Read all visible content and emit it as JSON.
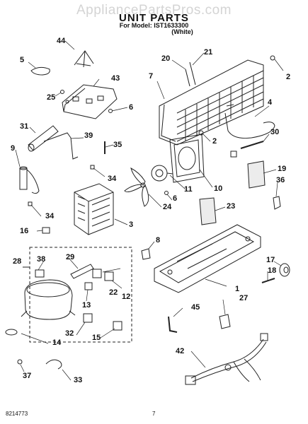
{
  "watermark": "AppliancePartsPros.com",
  "header": {
    "title": "UNIT PARTS",
    "model_line": "For Model: IST1633300",
    "variant": "(White)"
  },
  "callouts": [
    "44",
    "5",
    "43",
    "25",
    "6",
    "31",
    "39",
    "35",
    "9",
    "34",
    "34",
    "16",
    "21",
    "20",
    "7",
    "2",
    "4",
    "2",
    "30",
    "19",
    "36",
    "10",
    "11",
    "6",
    "24",
    "23",
    "3",
    "8",
    "28",
    "38",
    "29",
    "22",
    "12",
    "13",
    "17",
    "18",
    "1",
    "45",
    "27",
    "32",
    "15",
    "14",
    "42",
    "37",
    "33"
  ],
  "footer": {
    "doc_number": "8214773",
    "page_number": "7"
  }
}
